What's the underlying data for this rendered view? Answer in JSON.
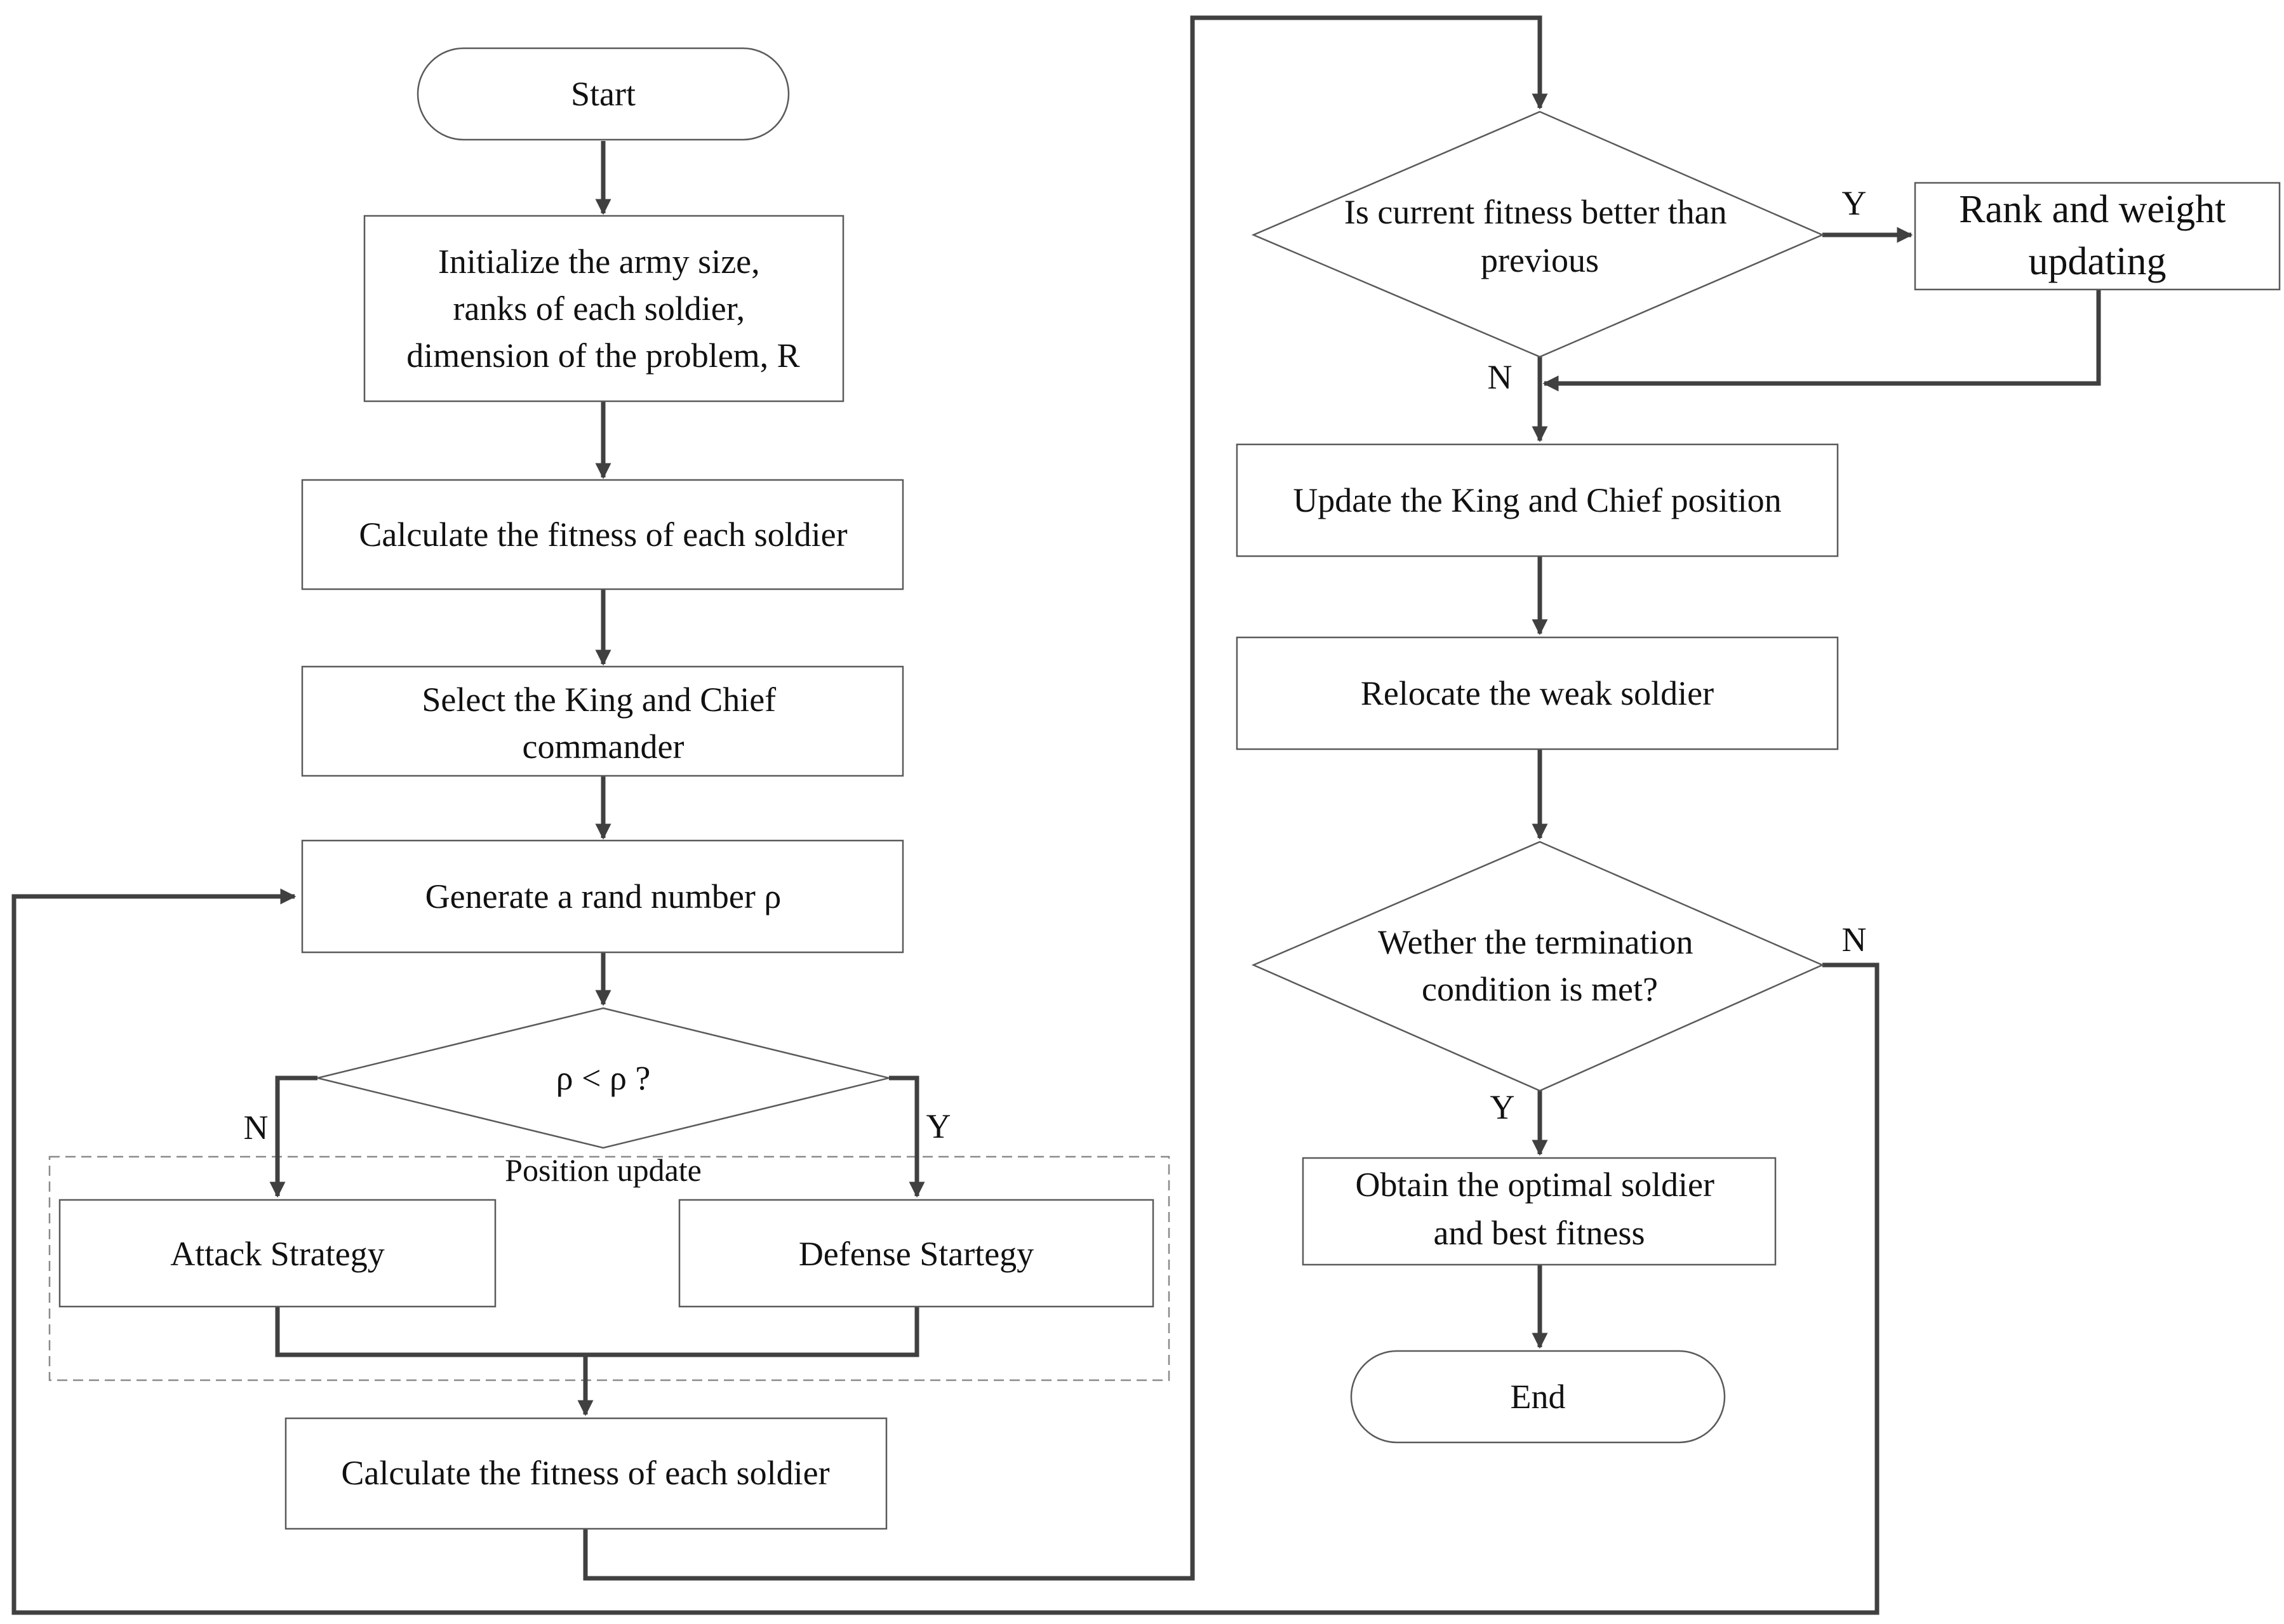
{
  "diagram": {
    "nodes": {
      "start": {
        "lines": [
          "Start"
        ]
      },
      "init": {
        "lines": [
          "Initialize the army size,",
          "ranks of each soldier,",
          "dimension of the problem, R"
        ]
      },
      "calc1": {
        "lines": [
          "Calculate the fitness of each soldier"
        ]
      },
      "select": {
        "lines": [
          "Select the King and Chief",
          "commander"
        ]
      },
      "rand": {
        "lines": [
          "Generate a rand number ρ"
        ]
      },
      "decision_rho": {
        "lines": [
          "ρ  < ρ ?"
        ]
      },
      "attack": {
        "lines": [
          "Attack Strategy"
        ]
      },
      "defense": {
        "lines": [
          "Defense Startegy"
        ]
      },
      "calc2": {
        "lines": [
          "Calculate the fitness of each soldier"
        ]
      },
      "decision_fitness": {
        "lines": [
          "Is current fitness better than",
          "previous"
        ]
      },
      "rank": {
        "lines": [
          "Rank and weight",
          "updating"
        ]
      },
      "update": {
        "lines": [
          "Update the King and Chief position"
        ]
      },
      "relocate": {
        "lines": [
          "Relocate the weak soldier"
        ]
      },
      "decision_term": {
        "lines": [
          "Wether the termination",
          "condition is met?"
        ]
      },
      "obtain": {
        "lines": [
          "Obtain the optimal soldier",
          "and best fitness"
        ]
      },
      "end": {
        "lines": [
          "End"
        ]
      }
    },
    "group": {
      "label": "Position update"
    },
    "branch_labels": {
      "rho_no": "N",
      "rho_yes": "Y",
      "fitness_yes": "Y",
      "fitness_no": "N",
      "term_no": "N",
      "term_yes": "Y"
    },
    "edges": [
      [
        "start",
        "init"
      ],
      [
        "init",
        "calc1"
      ],
      [
        "calc1",
        "select"
      ],
      [
        "select",
        "rand"
      ],
      [
        "rand",
        "decision_rho"
      ],
      [
        "decision_rho",
        "attack"
      ],
      [
        "decision_rho",
        "defense"
      ],
      [
        "attack",
        "calc2"
      ],
      [
        "defense",
        "calc2"
      ],
      [
        "calc2",
        "decision_fitness"
      ],
      [
        "decision_fitness",
        "rank"
      ],
      [
        "rank",
        "update"
      ],
      [
        "decision_fitness",
        "update"
      ],
      [
        "update",
        "relocate"
      ],
      [
        "relocate",
        "decision_term"
      ],
      [
        "decision_term",
        "rand"
      ],
      [
        "decision_term",
        "obtain"
      ],
      [
        "obtain",
        "end"
      ]
    ]
  }
}
